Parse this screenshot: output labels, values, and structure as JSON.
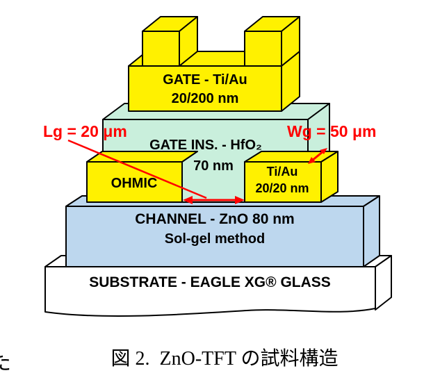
{
  "diagram": {
    "colors": {
      "gate_yellow": "#FFF100",
      "insulator_mint": "#C9EFDC",
      "channel_blue": "#BDD7EE",
      "substrate_white": "#FFFFFF",
      "annotation_red": "#FF0000",
      "outline_black": "#000000"
    },
    "gate": {
      "line1": "GATE - Ti/Au",
      "line2": "20/200 nm"
    },
    "gate_insulator": {
      "line1": "GATE INS. - HfO₂",
      "line2": "70 nm"
    },
    "ohmic_contact": {
      "label": "OHMIC"
    },
    "drain_contact": {
      "line1": "Ti/Au",
      "line2": "20/20 nm"
    },
    "channel": {
      "line1": "CHANNEL - ZnO 80 nm",
      "line2": "Sol-gel method"
    },
    "substrate": {
      "label": "SUBSTRATE - EAGLE XG® GLASS"
    },
    "annotations": {
      "gate_length": "Lg = 20 μm",
      "gate_width": "Wg = 50 μm"
    }
  },
  "caption": {
    "figure_label": "図 2.",
    "text": "ZnO-TFT の試料構造"
  },
  "page_edge": {
    "partial_char": "た"
  }
}
